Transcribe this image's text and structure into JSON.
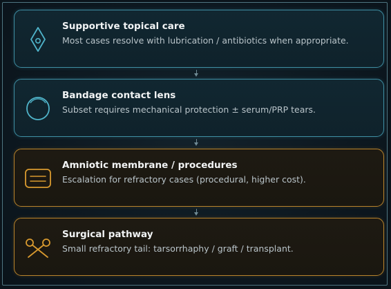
{
  "cards": [
    {
      "title": "Supportive topical care",
      "description": "Most cases resolve with lubrication / antibiotics when appropriate.",
      "icon": "drop-diamond-icon",
      "tone": "teal"
    },
    {
      "title": "Bandage contact lens",
      "description": "Subset requires mechanical protection ± serum/PRP tears.",
      "icon": "contact-lens-icon",
      "tone": "teal"
    },
    {
      "title": "Amniotic membrane / procedures",
      "description": "Escalation for refractory cases (procedural, higher cost).",
      "icon": "membrane-icon",
      "tone": "amber"
    },
    {
      "title": "Surgical pathway",
      "description": "Small refractory tail: tarsorrhaphy / graft / transplant.",
      "icon": "scissors-icon",
      "tone": "amber"
    }
  ],
  "colors": {
    "teal_accent": "#4fb3c9",
    "amber_accent": "#d99a2f",
    "background": "#0b141b"
  }
}
